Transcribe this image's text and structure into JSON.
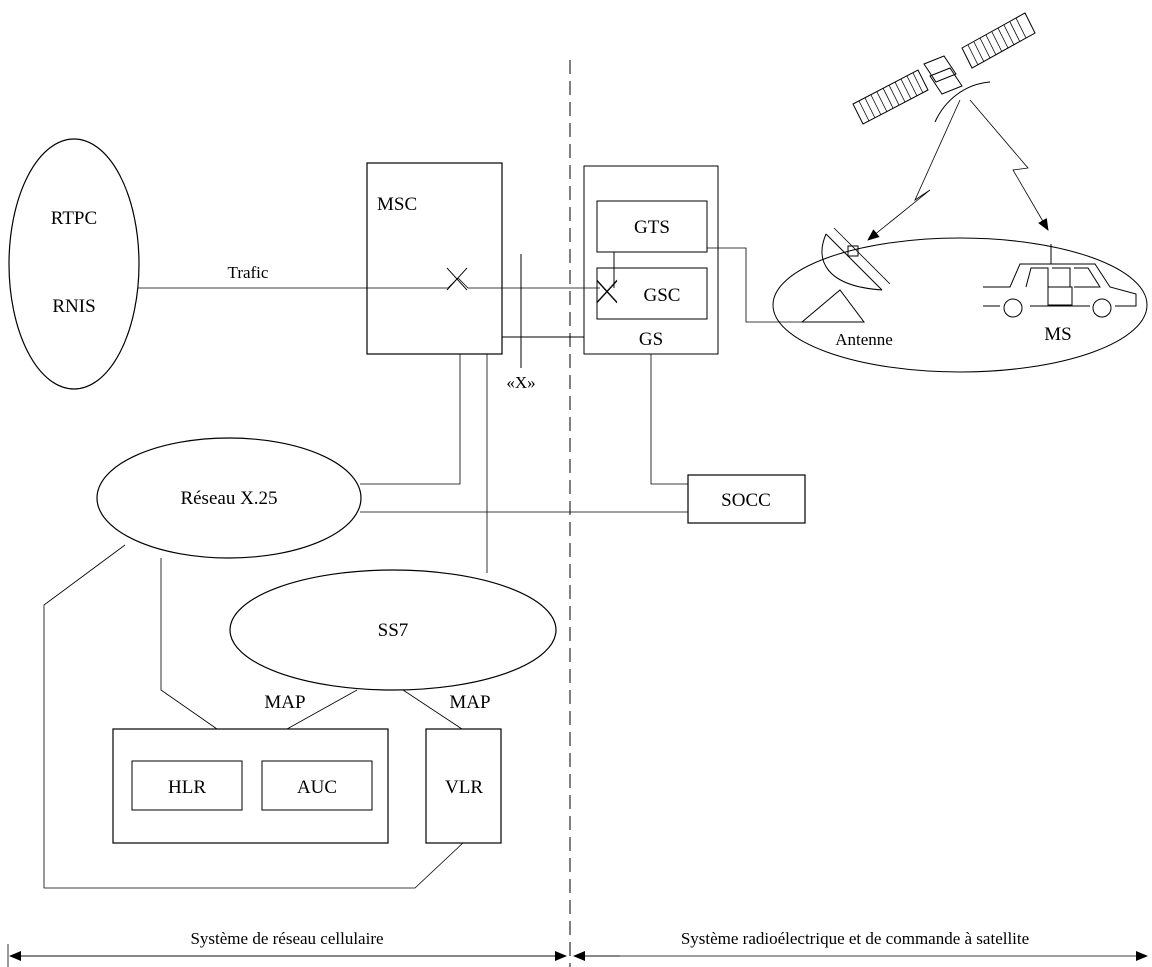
{
  "labels": {
    "rtpc": "RTPC",
    "rnis": "RNIS",
    "trafic": "Trafic",
    "msc": "MSC",
    "gts": "GTS",
    "gsc": "GSC",
    "gs": "GS",
    "x_interface": "«X»",
    "antenne": "Antenne",
    "ms": "MS",
    "reseau_x25": "Réseau X.25",
    "socc": "SOCC",
    "ss7": "SS7",
    "map_left": "MAP",
    "map_right": "MAP",
    "hlr": "HLR",
    "auc": "AUC",
    "vlr": "VLR"
  },
  "footer": {
    "left_system": "Système de réseau cellulaire",
    "right_system": "Système radioélectrique et de commande à satellite"
  }
}
